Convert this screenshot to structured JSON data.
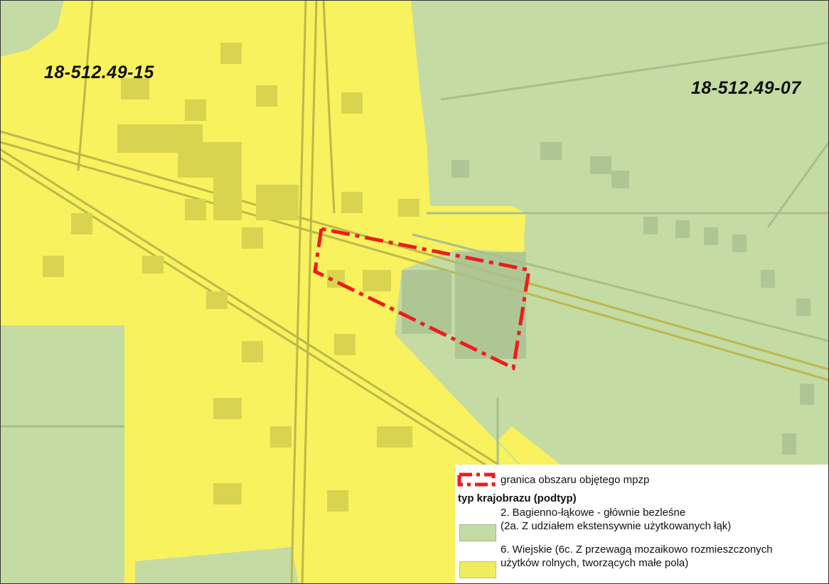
{
  "map": {
    "sheet_labels": [
      "18-512.49-15",
      "18-512.49-07"
    ],
    "colors": {
      "rural_yellow": "#f7f25e",
      "meadow_green": "#c5dba4",
      "building_yellow": "#d8d450",
      "building_green": "#a8c08e",
      "road_line": "#b9b548",
      "boundary_red": "#ee1c1c"
    }
  },
  "legend": {
    "boundary_label": "granica obszaru objętego mpzp",
    "section_title": "typ krajobrazu (podtyp)",
    "items": [
      {
        "lines": [
          "2. Bagienno-łąkowe - głównie bezleśne",
          "(2a. Z udziałem ekstensywnie użytkowanych łąk)"
        ],
        "color": "#c5dba4"
      },
      {
        "lines": [
          "6. Wiejskie (6c. Z przewagą mozaikowo rozmieszczonych",
          "użytków rolnych, tworzących małe pola)"
        ],
        "color": "#f0ec60"
      }
    ]
  }
}
